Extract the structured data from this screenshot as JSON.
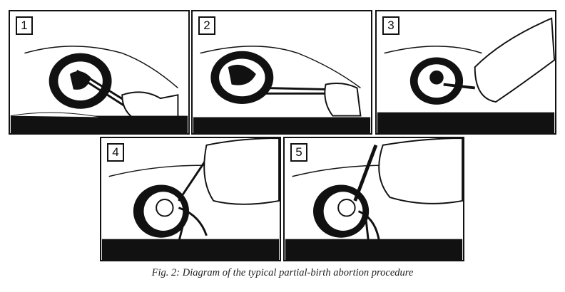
{
  "figure": {
    "panels": [
      {
        "label": "1"
      },
      {
        "label": "2"
      },
      {
        "label": "3"
      },
      {
        "label": "4"
      },
      {
        "label": "5"
      }
    ],
    "caption": "Fig. 2: Diagram of the typical partial-birth abortion procedure"
  }
}
